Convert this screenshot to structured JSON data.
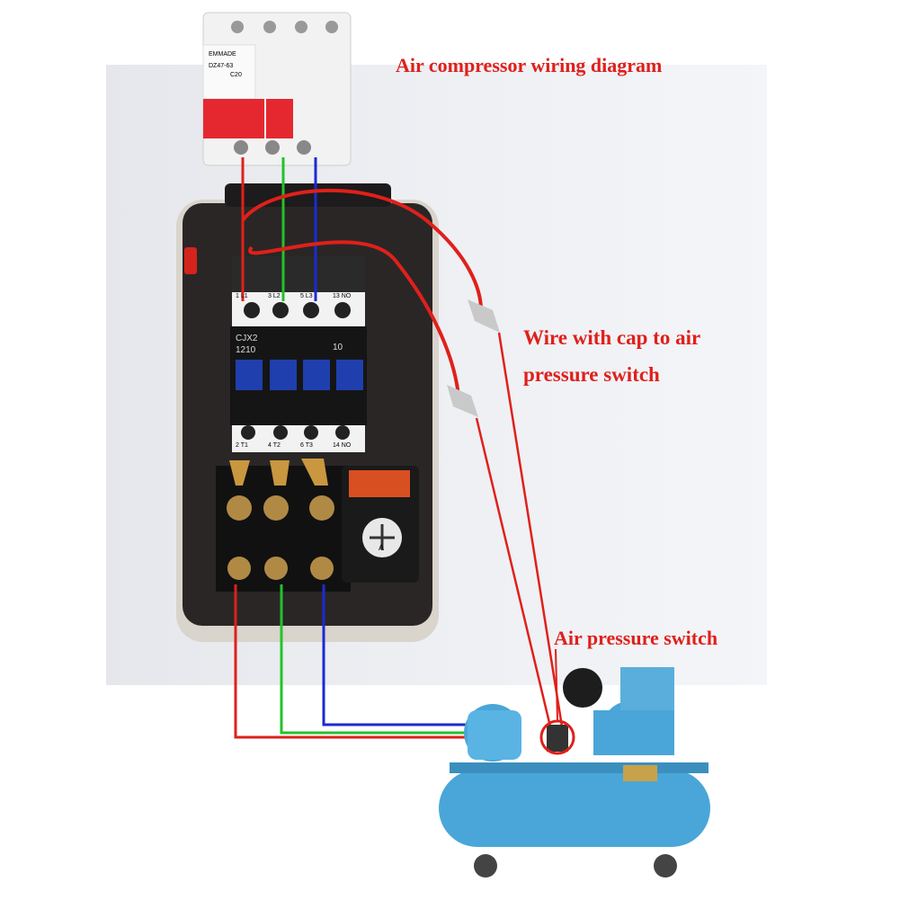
{
  "labels": {
    "title": "Air compressor wiring diagram",
    "cap_line1": "Wire with cap to air",
    "cap_line2": "pressure switch",
    "pressure_switch": "Air pressure switch"
  },
  "breaker": {
    "brand": "EMMADE",
    "model": "DZ47-63",
    "rating": "C20"
  },
  "contactor": {
    "model_line1": "CJX2",
    "model_line2": "1210",
    "code": "10",
    "top_terminals": [
      "1 L1",
      "3 L2",
      "5 L3",
      "13 NO"
    ],
    "bottom_terminals": [
      "2 T1",
      "4 T2",
      "6 T3",
      "14 NO"
    ]
  },
  "relay": {
    "dial_mark": "A"
  },
  "colors": {
    "red_wire": "#e0201b",
    "green_wire": "#22c22a",
    "blue_wire": "#1a2bd1",
    "label_red": "#e0201b",
    "enclosure": "#2a2626",
    "compressor": "#4aa6d8"
  }
}
